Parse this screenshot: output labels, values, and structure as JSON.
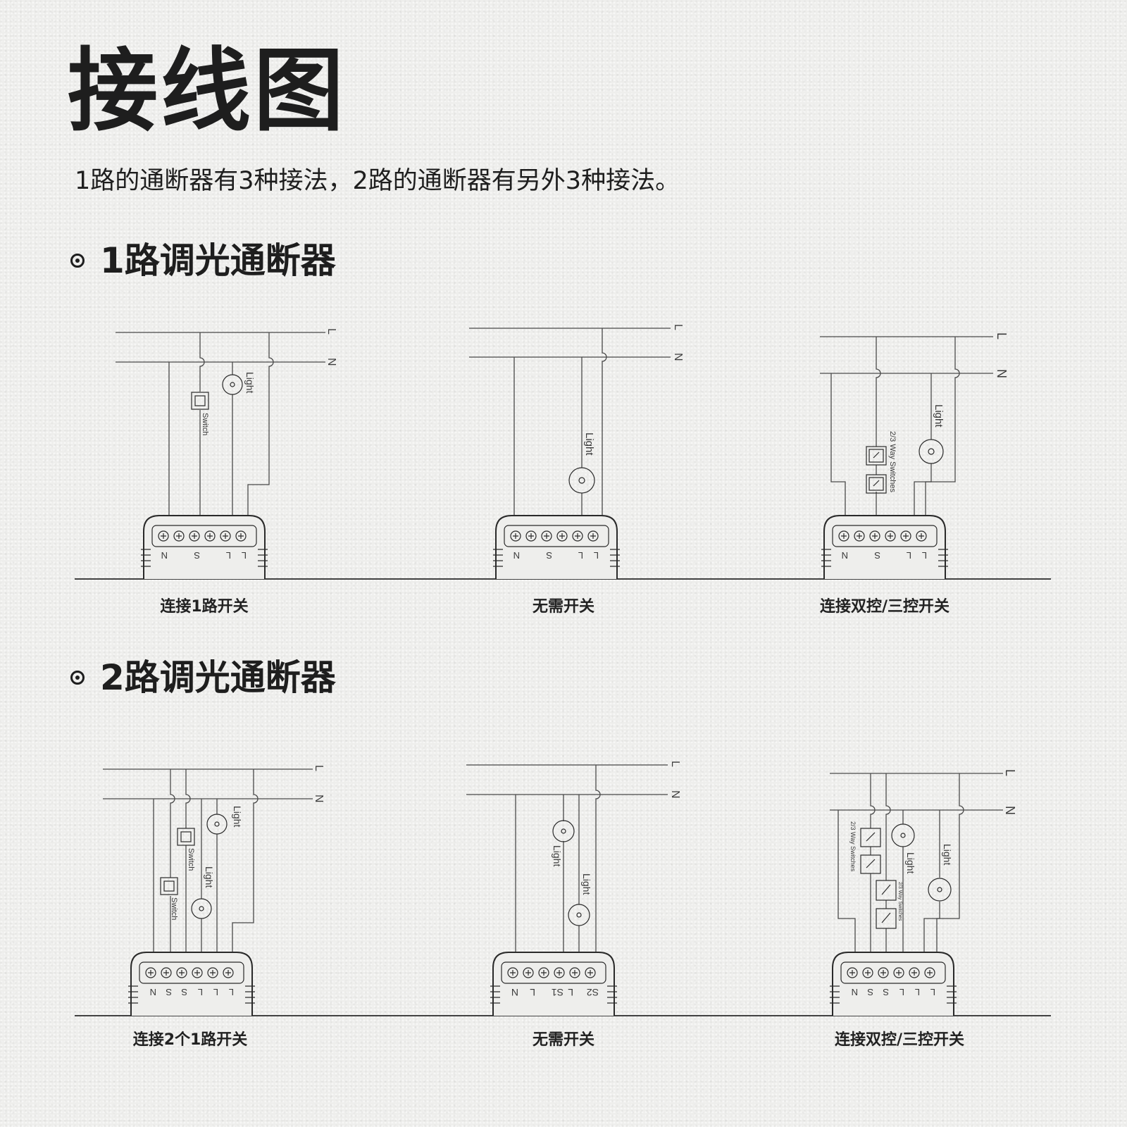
{
  "title": "接线图",
  "subtitle": "1路的通断器有3种接法，2路的通断器有另外3种接法。",
  "sections": [
    {
      "heading": "1路调光通断器",
      "diagrams": [
        {
          "caption": "连接1路开关",
          "terminals": [
            "N",
            "S",
            "L",
            "L"
          ],
          "line_labels": [
            "L",
            "N"
          ],
          "device_labels": [
            "Switch",
            "Light"
          ]
        },
        {
          "caption": "无需开关",
          "terminals": [
            "N",
            "S",
            "L",
            "L"
          ],
          "line_labels": [
            "L",
            "N"
          ],
          "device_labels": [
            "Light"
          ]
        },
        {
          "caption": "连接双控/三控开关",
          "terminals": [
            "N",
            "S",
            "L",
            "L"
          ],
          "line_labels": [
            "L",
            "N"
          ],
          "device_labels": [
            "2/3 Way Switches",
            "Light"
          ]
        }
      ]
    },
    {
      "heading": "2路调光通断器",
      "diagrams": [
        {
          "caption": "连接2个1路开关",
          "terminals": [
            "N",
            "S",
            "S",
            "L",
            "L",
            "L"
          ],
          "line_labels": [
            "L",
            "N"
          ],
          "device_labels": [
            "Switch",
            "Switch",
            "Light",
            "Light"
          ]
        },
        {
          "caption": "无需开关",
          "terminals": [
            "N",
            "L",
            "S1",
            "L",
            "S2"
          ],
          "line_labels": [
            "L",
            "N"
          ],
          "device_labels": [
            "Light",
            "Light"
          ]
        },
        {
          "caption": "连接双控/三控开关",
          "terminals": [
            "N",
            "S",
            "S",
            "L",
            "L",
            "L"
          ],
          "line_labels": [
            "L",
            "N"
          ],
          "device_labels": [
            "2/3 Way Switches",
            "2/3 Way Switches",
            "Light",
            "Light"
          ]
        }
      ]
    }
  ]
}
